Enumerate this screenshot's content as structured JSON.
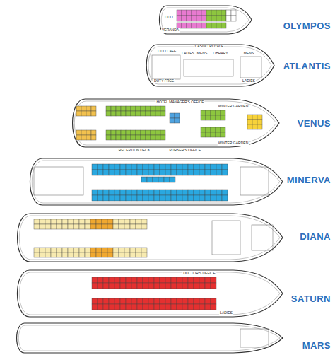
{
  "diagram": {
    "labels": [
      "LIDO",
      "VERANDA",
      "OLYMPOS",
      "LIDO CAFE",
      "CASINO ROYALE",
      "LADIES",
      "MENS",
      "LIBRARY",
      "MENS",
      "DUTY FREE",
      "LADIES",
      "ATLANTIS",
      "HOTEL MANAGER'S OFFICE",
      "WINTER GARDEN",
      "WINTER GARDEN",
      "RECEPTION DECK",
      "PURSER'S OFFICE",
      "VENUS",
      "MINERVA",
      "DIANA",
      "DOCTOR'S OFFICE",
      "LADIES",
      "SATURN",
      "MARS"
    ]
  }
}
